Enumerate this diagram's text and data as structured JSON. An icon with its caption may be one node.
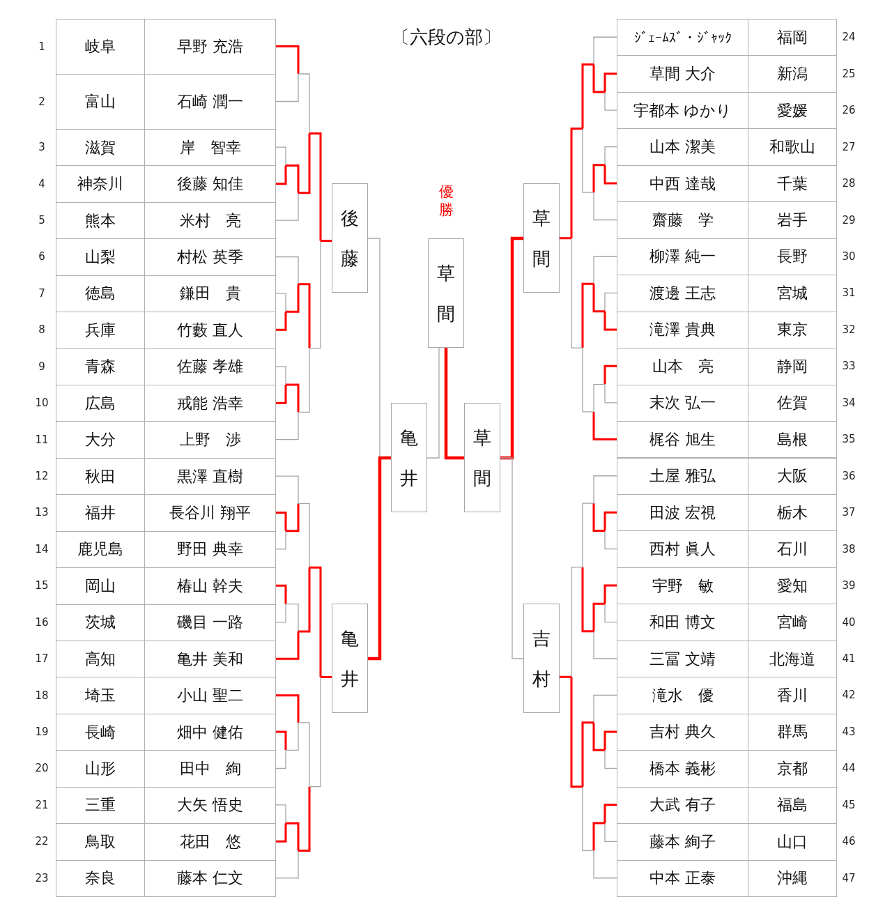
{
  "diagram": {
    "title": "〔六段の部〕",
    "nodes": [
      {
        "text": [
          "後藤"
        ]
      },
      {
        "text": [
          "亀井"
        ]
      },
      {
        "text": [
          "亀井"
        ]
      },
      {
        "text": [
          "草間"
        ]
      },
      {
        "text": [
          "草間"
        ]
      },
      {
        "text": [
          "草間"
        ]
      },
      {
        "text": [
          "吉村"
        ]
      }
    ],
    "edges": [
      {
        "from": 0,
        "to": 2,
        "arrow": "none",
        "color": "#a6a6a6"
      },
      {
        "from": 1,
        "to": 2,
        "arrow": "none",
        "color": "#ff0000",
        "style": "thick"
      },
      {
        "from": 2,
        "to": 3,
        "arrow": "none",
        "color": "#a6a6a6"
      },
      {
        "from": 4,
        "to": 3,
        "arrow": "none",
        "color": "#ff0000",
        "style": "thick"
      },
      {
        "from": 5,
        "to": 4,
        "arrow": "none",
        "color": "#ff0000",
        "style": "thick"
      },
      {
        "from": 6,
        "to": 4,
        "arrow": "none",
        "color": "#a6a6a6"
      }
    ],
    "labels": [
      "優勝",
      "1",
      "岐阜",
      "早野 充浩",
      "2",
      "富山",
      "石崎 潤一",
      "3",
      "滋賀",
      "岸　智幸",
      "4",
      "神奈川",
      "後藤 知佳",
      "5",
      "熊本",
      "米村　亮",
      "6",
      "山梨",
      "村松 英季",
      "7",
      "徳島",
      "鎌田　貴",
      "8",
      "兵庫",
      "竹藪 直人",
      "9",
      "青森",
      "佐藤 孝雄",
      "10",
      "広島",
      "戒能 浩幸",
      "11",
      "大分",
      "上野　渉",
      "12",
      "秋田",
      "黒澤 直樹",
      "13",
      "福井",
      "長谷川 翔平",
      "14",
      "鹿児島",
      "野田 典幸",
      "15",
      "岡山",
      "椿山 幹夫",
      "16",
      "茨城",
      "磯目 一路",
      "17",
      "高知",
      "亀井 美和",
      "18",
      "埼玉",
      "小山 聖二",
      "19",
      "長崎",
      "畑中 健佑",
      "20",
      "山形",
      "田中　絢",
      "21",
      "三重",
      "大矢 悟史",
      "22",
      "鳥取",
      "花田　悠",
      "23",
      "奈良",
      "藤本 仁文",
      "ｼﾞｪｰﾑｽﾞ・ｼﾞｬｯｸ",
      "福岡",
      "24",
      "草間 大介",
      "新潟",
      "25",
      "宇都本 ゆかり",
      "愛媛",
      "26",
      "山本 潔美",
      "和歌山",
      "27",
      "中西 達哉",
      "千葉",
      "28",
      "齋藤　学",
      "岩手",
      "29",
      "柳澤 純一",
      "長野",
      "30",
      "渡邊 王志",
      "宮城",
      "31",
      "滝澤 貴典",
      "東京",
      "32",
      "山本　亮",
      "静岡",
      "33",
      "末次 弘一",
      "佐賀",
      "34",
      "梶谷 旭生",
      "島根",
      "35",
      "土屋 雅弘",
      "大阪",
      "36",
      "田波 宏視",
      "栃木",
      "37",
      "西村 眞人",
      "石川",
      "38",
      "宇野　敏",
      "愛知",
      "39",
      "和田 博文",
      "宮崎",
      "40",
      "三冨 文靖",
      "北海道",
      "41",
      "滝水　優",
      "香川",
      "42",
      "吉村 典久",
      "群馬",
      "43",
      "橋本 義彬",
      "京都",
      "44",
      "大武 有子",
      "福島",
      "45",
      "藤本 絢子",
      "山口",
      "46",
      "中本 正泰",
      "沖縄",
      "47"
    ]
  }
}
